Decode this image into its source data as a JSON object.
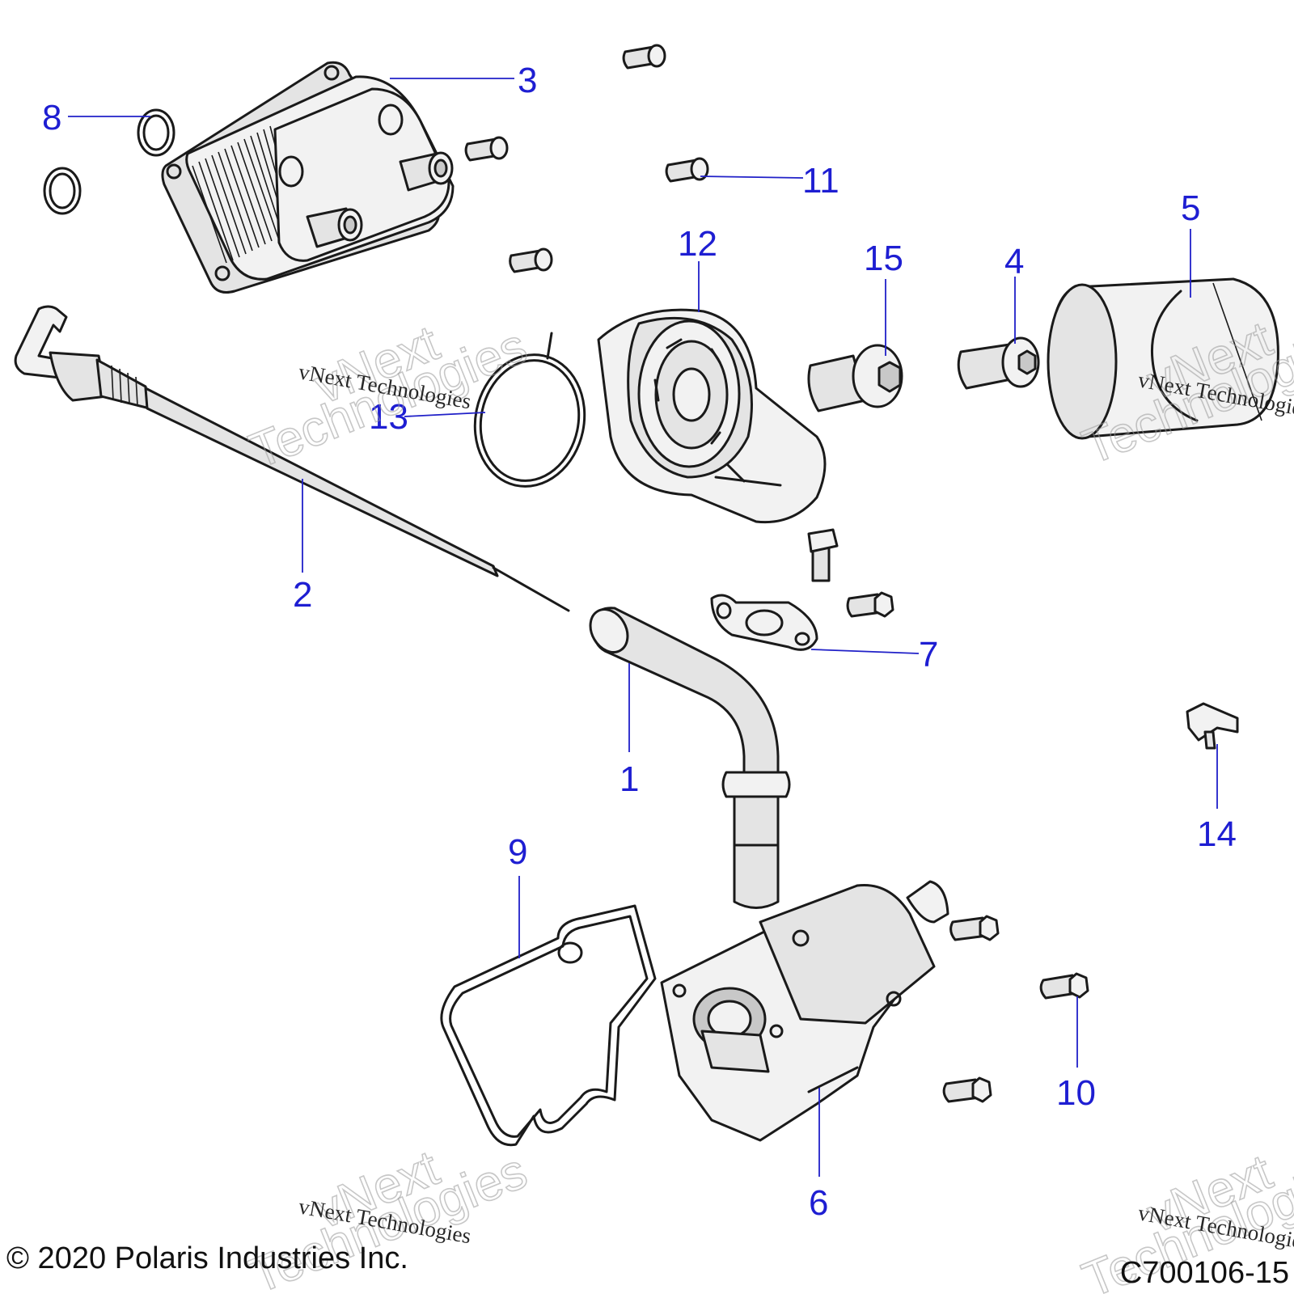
{
  "callouts": [
    "1",
    "2",
    "3",
    "4",
    "5",
    "6",
    "7",
    "8",
    "9",
    "10",
    "11",
    "12",
    "13",
    "14",
    "15"
  ],
  "watermark": {
    "line1": "vNext Technologies",
    "line2": "vNext",
    "line3": "Technologies"
  },
  "footer": {
    "copyright": "© 2020 Polaris Industries Inc.",
    "figure_code": "C700106-15"
  },
  "colors": {
    "callout": "#1e1ed2",
    "leader": "#2020c8",
    "part_fill": "#e4e4e4",
    "line": "#1a1a1a"
  }
}
